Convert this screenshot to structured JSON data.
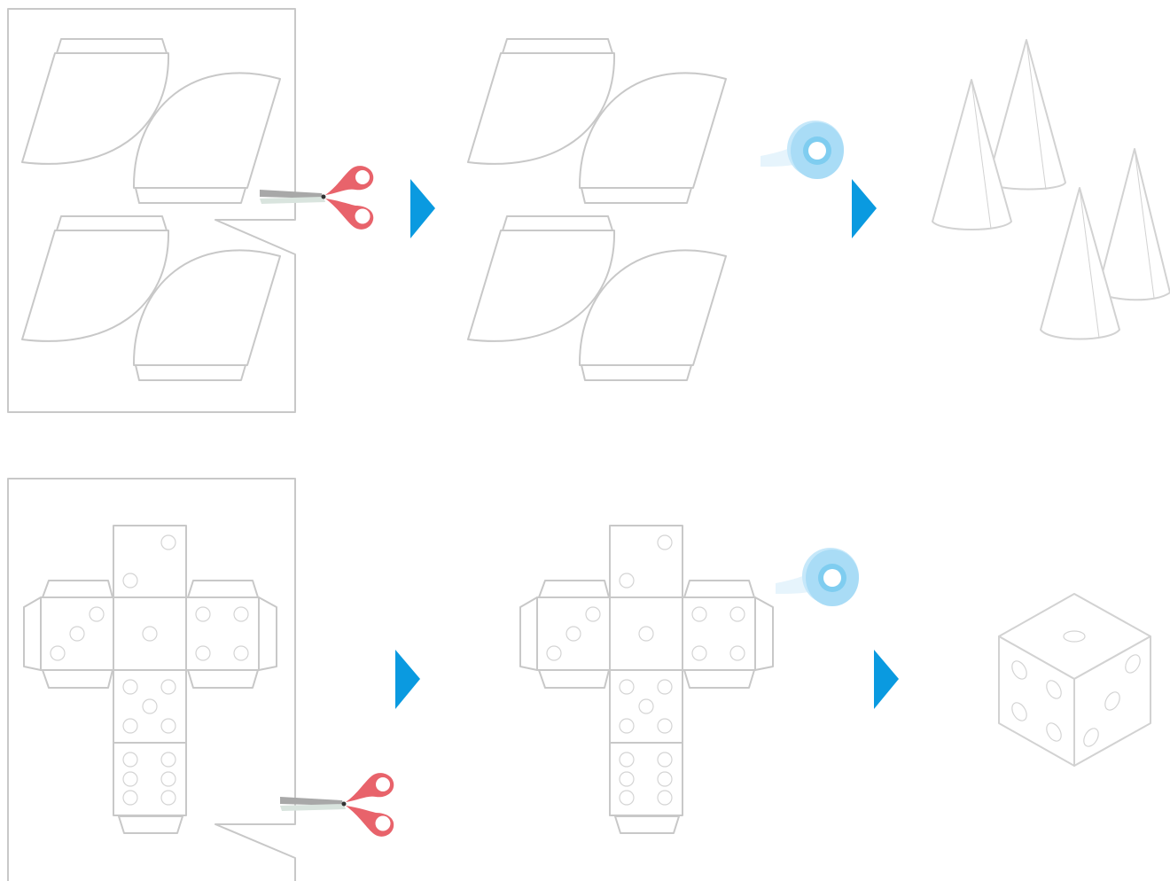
{
  "colors": {
    "arrow": "#0a9ae0",
    "outline": "#c8c8c8",
    "scissors_handle": "#e8636b",
    "scissors_blade": "#d9e4de",
    "tape": "#a9dcf6",
    "tape_core": "#7fcdf0"
  },
  "rows": [
    {
      "name": "cone-craft",
      "steps": [
        {
          "name": "cut-out-cone-templates",
          "icons": [
            "scissors-icon"
          ]
        },
        {
          "name": "glue-tabs",
          "icons": [
            "tape-icon"
          ]
        },
        {
          "name": "finished-cones",
          "icons": []
        }
      ],
      "arrows": [
        "arrow-right-icon",
        "arrow-right-icon"
      ]
    },
    {
      "name": "dice-craft",
      "steps": [
        {
          "name": "cut-out-die-net",
          "icons": [
            "scissors-icon"
          ]
        },
        {
          "name": "glue-die-tabs",
          "icons": [
            "tape-icon"
          ]
        },
        {
          "name": "finished-die",
          "icons": []
        }
      ],
      "arrows": [
        "arrow-right-icon",
        "arrow-right-icon"
      ]
    }
  ]
}
